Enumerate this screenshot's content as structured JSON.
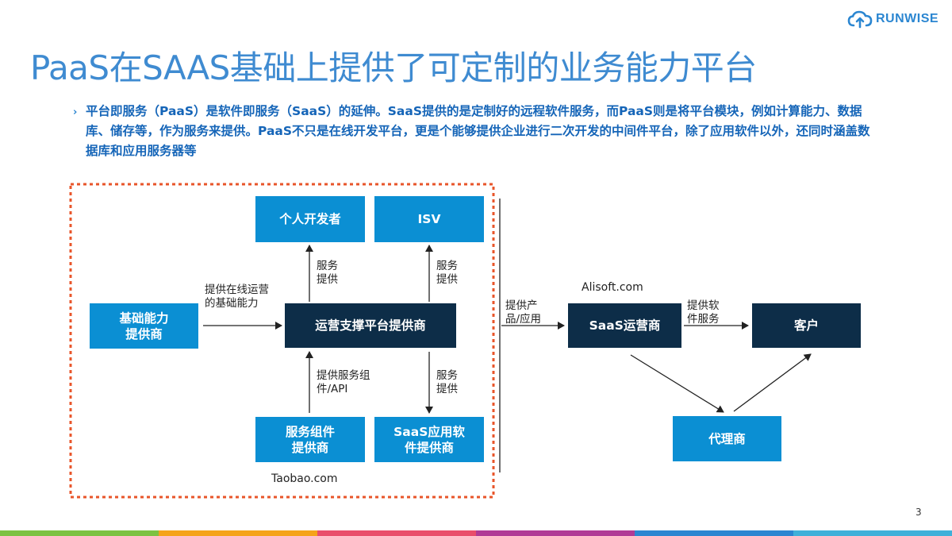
{
  "brand": {
    "name": "RUNWISE"
  },
  "slide": {
    "title": "PaaS在SAAS基础上提供了可定制的业务能力平台",
    "bullet_marker": "›",
    "bullet": "平台即服务（PaaS）是软件即服务（SaaS）的延伸。SaaS提供的是定制好的远程软件服务，而PaaS则是将平台模块，例如计算能力、数据库、储存等，作为服务来提供。PaaS不只是在线开发平台，更是个能够提供企业进行二次开发的中间件平台，除了应用软件以外，还同时涵盖数据库和应用服务器等",
    "page_number": "3"
  },
  "diagram": {
    "nodes": {
      "individual_developer": "个人开发者",
      "isv": "ISV",
      "infrastructure_provider_line1": "基础能力",
      "infrastructure_provider_line2": "提供商",
      "operation_platform": "运营支撑平台提供商",
      "service_component_line1": "服务组件",
      "service_component_line2": "提供商",
      "saas_app_line1": "SaaS应用软",
      "saas_app_line2": "件提供商",
      "saas_operator": "SaaS运营商",
      "customer": "客户",
      "agent": "代理商"
    },
    "edge_labels": {
      "service_provide_1_line1": "服务",
      "service_provide_1_line2": "提供",
      "service_provide_2_line1": "服务",
      "service_provide_2_line2": "提供",
      "online_ops_line1": "提供在线运营",
      "online_ops_line2": "的基础能力",
      "component_api_line1": "提供服务组",
      "component_api_line2": "件/API",
      "service_provide_3_line1": "服务",
      "service_provide_3_line2": "提供",
      "product_app_line1": "提供产",
      "product_app_line2": "品/应用",
      "software_service_line1": "提供软",
      "software_service_line2": "件服务"
    },
    "domains": {
      "taobao": "Taobao.com",
      "alisoft": "Alisoft.com"
    }
  },
  "colors": {
    "title": "#3f8bd1",
    "bullet_text": "#1565b8",
    "box_blue": "#0b8fd3",
    "box_navy": "#0d2d48",
    "dashed_border": "#e8552a",
    "bottom_bar": [
      "#7cc242",
      "#f5a31a",
      "#e94e6b",
      "#b03b96",
      "#2b86d1",
      "#3fb0d9"
    ]
  }
}
